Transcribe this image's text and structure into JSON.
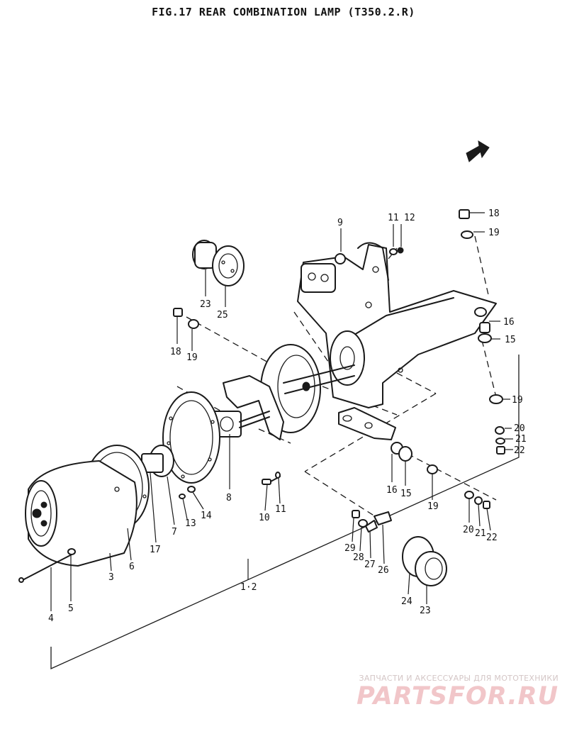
{
  "title": "FIG.17  REAR COMBINATION LAMP (T350.2.R)",
  "labels": [
    {
      "id": "l-9",
      "text": "9"
    },
    {
      "id": "l-11a",
      "text": "11"
    },
    {
      "id": "l-12",
      "text": "12"
    },
    {
      "id": "l-18a",
      "text": "18"
    },
    {
      "id": "l-19a",
      "text": "19"
    },
    {
      "id": "l-23a",
      "text": "23"
    },
    {
      "id": "l-25",
      "text": "25"
    },
    {
      "id": "l-18b",
      "text": "18"
    },
    {
      "id": "l-19b",
      "text": "19"
    },
    {
      "id": "l-16a",
      "text": "16"
    },
    {
      "id": "l-15a",
      "text": "15"
    },
    {
      "id": "l-19c",
      "text": "19"
    },
    {
      "id": "l-20a",
      "text": "20"
    },
    {
      "id": "l-21a",
      "text": "21"
    },
    {
      "id": "l-22a",
      "text": "22"
    },
    {
      "id": "l-16b",
      "text": "16"
    },
    {
      "id": "l-15b",
      "text": "15"
    },
    {
      "id": "l-19d",
      "text": "19"
    },
    {
      "id": "l-20b",
      "text": "20"
    },
    {
      "id": "l-21b",
      "text": "21"
    },
    {
      "id": "l-22b",
      "text": "22"
    },
    {
      "id": "l-8",
      "text": "8"
    },
    {
      "id": "l-10",
      "text": "10"
    },
    {
      "id": "l-11b",
      "text": "11"
    },
    {
      "id": "l-13",
      "text": "13"
    },
    {
      "id": "l-14",
      "text": "14"
    },
    {
      "id": "l-7",
      "text": "7"
    },
    {
      "id": "l-17",
      "text": "17"
    },
    {
      "id": "l-6",
      "text": "6"
    },
    {
      "id": "l-3",
      "text": "3"
    },
    {
      "id": "l-5",
      "text": "5"
    },
    {
      "id": "l-4",
      "text": "4"
    },
    {
      "id": "l-1-2",
      "text": "1·2"
    },
    {
      "id": "l-29",
      "text": "29"
    },
    {
      "id": "l-28",
      "text": "28"
    },
    {
      "id": "l-27",
      "text": "27"
    },
    {
      "id": "l-26",
      "text": "26"
    },
    {
      "id": "l-24",
      "text": "24"
    },
    {
      "id": "l-23b",
      "text": "23"
    }
  ],
  "watermark": {
    "tagline": "ЗАПЧАСТИ И АКСЕССУАРЫ ДЛЯ МОТОТЕХНИКИ",
    "logo": "PARTSFOR.RU"
  }
}
